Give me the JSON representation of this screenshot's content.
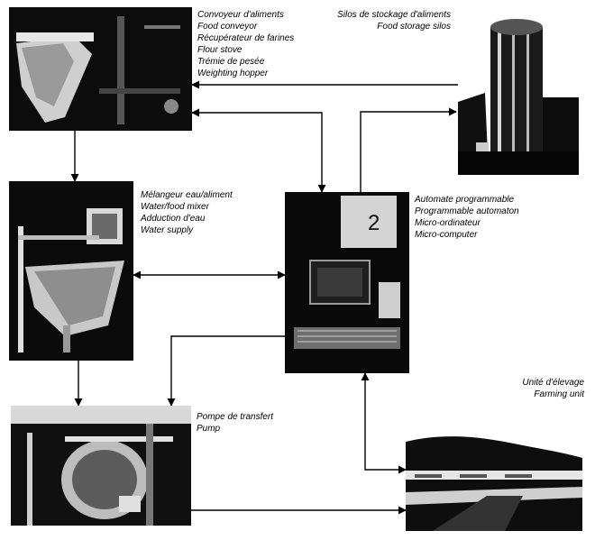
{
  "diagram": {
    "nodes": {
      "conveyor": {
        "photo_subject": "food conveyor and weighting hopper",
        "lines": [
          "Convoyeur d'aliments",
          "Food conveyor",
          "Récupérateur de farines",
          "Flour stove",
          "Trémie de pesée",
          "Weighting hopper"
        ]
      },
      "silos": {
        "photo_subject": "food storage silos",
        "lines": [
          "Silos de stockage d'aliments",
          "Food storage silos"
        ]
      },
      "mixer": {
        "photo_subject": "water/food mixer",
        "lines": [
          "Mélangeur eau/aliment",
          "Water/food mixer",
          "Adduction d'eau",
          "Water supply"
        ]
      },
      "automaton": {
        "photo_subject": "programmable automaton and micro-computer",
        "lines": [
          "Automate programmable",
          "Programmable automaton",
          "Micro-ordinateur",
          "Micro-computer"
        ]
      },
      "pump": {
        "photo_subject": "transfer pump",
        "lines": [
          "Pompe de transfert",
          "Pump"
        ]
      },
      "farm": {
        "photo_subject": "farming unit",
        "lines": [
          "Unité d'élevage",
          "Farming unit"
        ]
      }
    },
    "links": [
      {
        "from": "silos",
        "to": "conveyor",
        "direction": "one-way"
      },
      {
        "from": "conveyor",
        "to": "automaton",
        "direction": "two-way"
      },
      {
        "from": "automaton",
        "to": "silos",
        "direction": "one-way"
      },
      {
        "from": "conveyor",
        "to": "mixer",
        "direction": "one-way"
      },
      {
        "from": "mixer",
        "to": "automaton",
        "direction": "two-way"
      },
      {
        "from": "mixer",
        "to": "pump",
        "direction": "one-way"
      },
      {
        "from": "automaton",
        "to": "pump",
        "direction": "one-way"
      },
      {
        "from": "automaton",
        "to": "farm",
        "direction": "two-way"
      },
      {
        "from": "pump",
        "to": "farm",
        "direction": "one-way"
      }
    ]
  }
}
